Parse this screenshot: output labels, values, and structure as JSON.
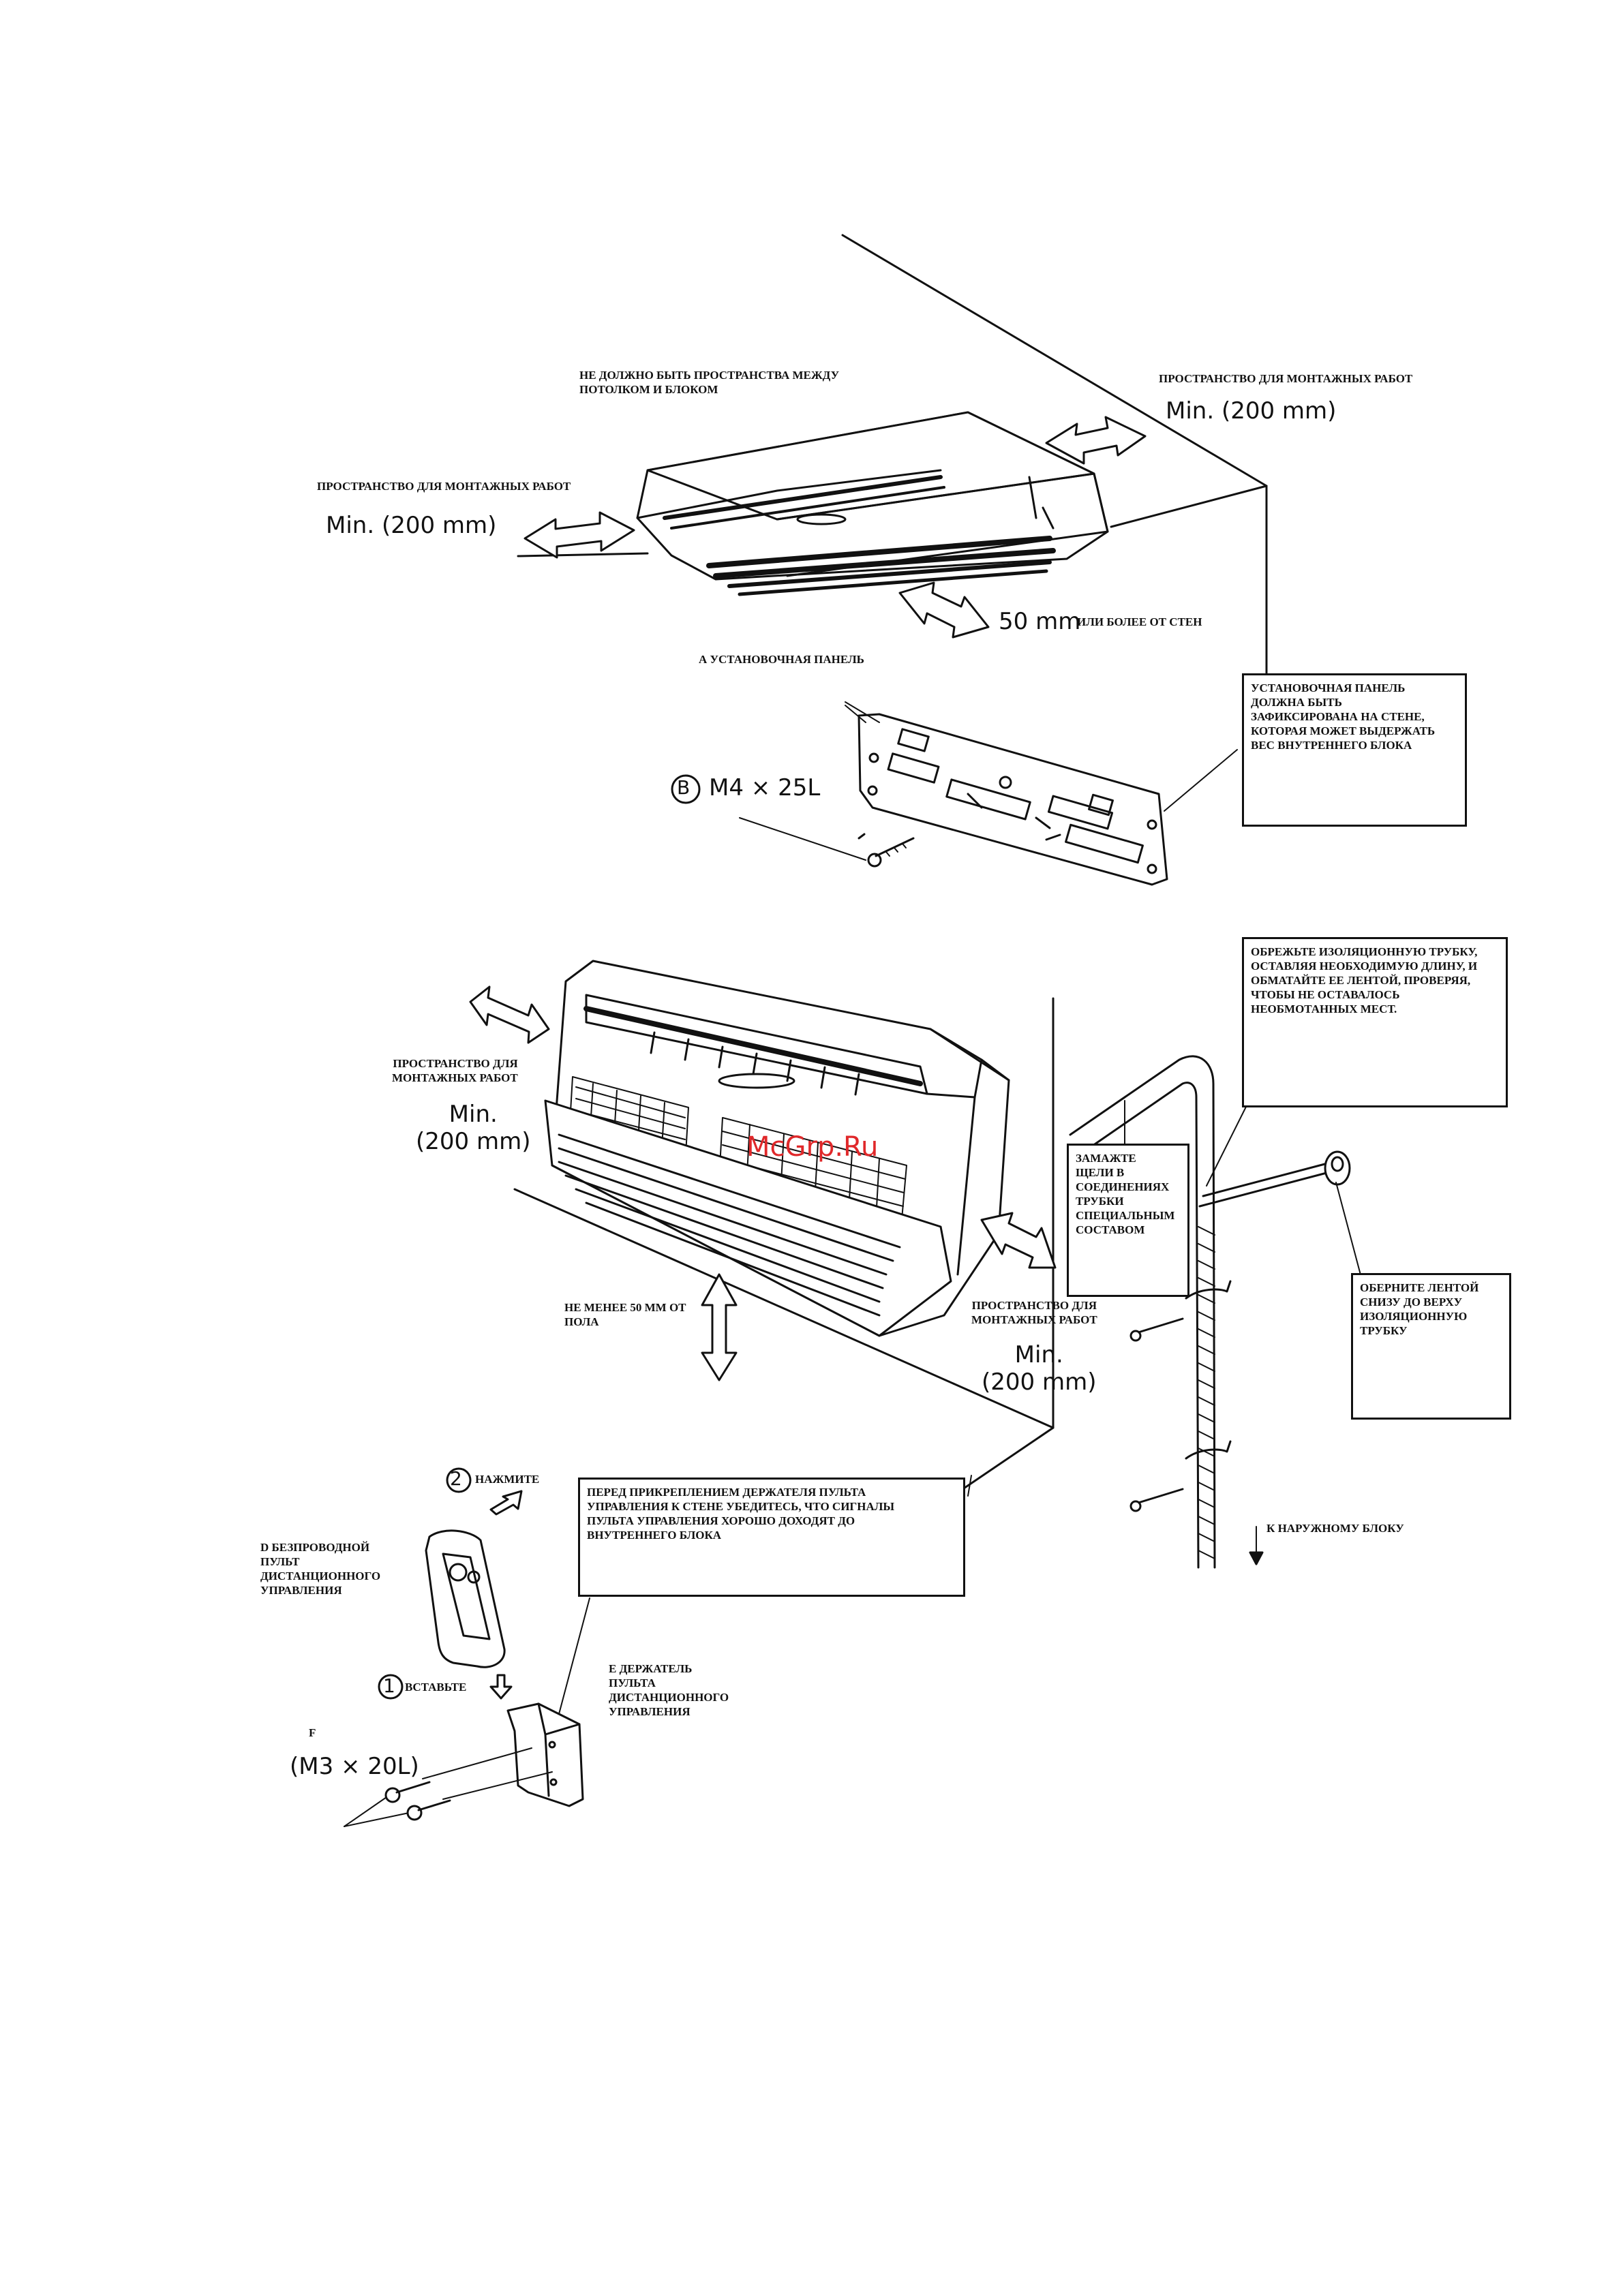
{
  "labels": {
    "no_gap": "НЕ ДОЛЖНО БЫТЬ ПРОСТРАНСТВА МЕЖДУ\nПОТОЛКОМ И БЛОКОМ",
    "space_top_right": "ПРОСТРАНСТВО ДЛЯ МОНТАЖНЫХ РАБОТ",
    "min_top_right": "Min. (200 mm)",
    "space_top_left": "ПРОСТРАНСТВО ДЛЯ МОНТАЖНЫХ РАБОТ",
    "min_top_left": "Min. (200 mm)",
    "gap_50": "50 mm",
    "gap_50_suffix": "ИЛИ БОЛЕЕ  ОТ СТЕН",
    "panel_a": "А УСТАНОВОЧНАЯ ПАНЕЛЬ",
    "screw_b_letter": "B",
    "screw_b": "M4 × 25L",
    "space_mid_left": "ПРОСТРАНСТВО ДЛЯ\nМОНТАЖНЫХ РАБОТ",
    "min_mid_left": "Min.\n(200 mm)",
    "floor_gap": "НЕ МЕНЕЕ 50 ММ ОТ\nПОЛА",
    "space_mid_right": "ПРОСТРАНСТВО ДЛЯ\nМОНТАЖНЫХ РАБОТ",
    "min_mid_right": "Min.\n(200 mm)",
    "to_outdoor": "К НАРУЖНОМУ БЛОКУ",
    "step2_num": "2",
    "step2": "НАЖМИТЕ",
    "remote_d": "D БЕЗПРОВОДНОЙ\nПУЛЬТ\nДИСТАНЦИОННОГО\nУПРАВЛЕНИЯ",
    "step1_num": "1",
    "step1": "ВСТАВЬТЕ",
    "holder_e": "Е ДЕРЖАТЕЛЬ\nПУЛЬТА\nДИСТАНЦИОННОГО\nУПРАВЛЕНИЯ",
    "screw_f": "F",
    "screw_f_size": "(M3 × 20L)",
    "watermark": "McGrp.Ru"
  },
  "boxes": {
    "panel_fix": "УСТАНОВОЧНАЯ ПАНЕЛЬ\nДОЛЖНА БЫТЬ\nЗАФИКСИРОВАНА НА СТЕНЕ,\nКОТОРАЯ МОЖЕТ ВЫДЕРЖАТЬ\nВЕС ВНУТРЕННЕГО БЛОКА",
    "cut_insulation": "ОБРЕЖЬТЕ ИЗОЛЯЦИОННУЮ ТРУБКУ,\nОСТАВЛЯЯ НЕОБХОДИМУЮ ДЛИНУ, И\nОБМАТАЙТЕ ЕЕ ЛЕНТОЙ, ПРОВЕРЯЯ,\nЧТОБЫ НЕ ОСТАВАЛОСЬ\nНЕОБМОТАННЫХ МЕСТ.",
    "seal_gaps": "ЗАМАЖТЕ\nЩЕЛИ В\nСОЕДИНЕНИЯХ\nТРУБКИ\nСПЕЦИАЛЬНЫМ\nСОСТАВОМ",
    "wrap_tape": "ОБЕРНИТЕ ЛЕНТОЙ\nСНИЗУ ДО ВЕРХУ\nИЗОЛЯЦИОННУЮ\nТРУБКУ",
    "holder_check": "ПЕРЕД ПРИКРЕПЛЕНИЕМ ДЕРЖАТЕЛЯ ПУЛЬТА\nУПРАВЛЕНИЯ К СТЕНЕ УБЕДИТЕСЬ, ЧТО СИГНАЛЫ\nПУЛЬТА УПРАВЛЕНИЯ ХОРОШО ДОХОДЯТ ДО\nВНУТРЕННЕГО БЛОКА"
  }
}
